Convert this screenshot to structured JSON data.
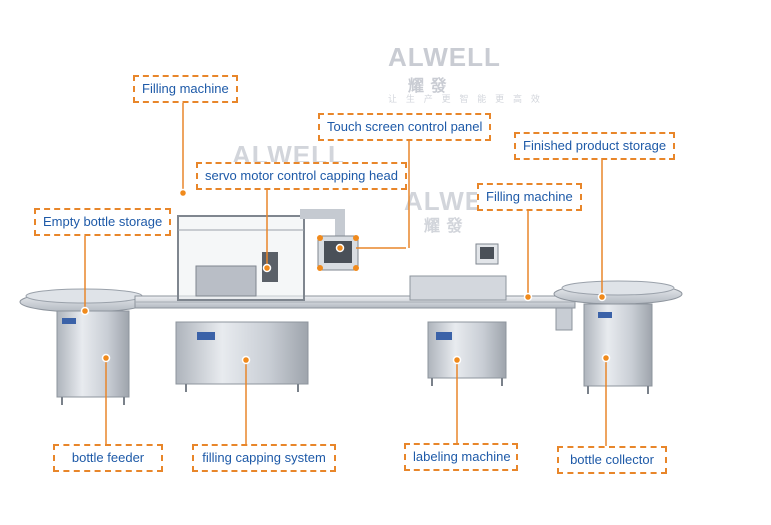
{
  "watermark": {
    "brand": "ALWELL",
    "brand_cn": "耀 發",
    "tagline": "让 生 产 更 智 能 更 高 效"
  },
  "labels": {
    "filling_machine_top": "Filling machine",
    "touch_screen": "Touch screen control panel",
    "finished_storage": "Finished product storage",
    "servo_capping": "servo motor control capping head",
    "filling_machine_mid": "Filling machine",
    "empty_storage": "Empty bottle storage",
    "bottle_feeder": "bottle feeder",
    "filling_capping": "filling capping system",
    "labeling_machine": "labeling machine",
    "bottle_collector": "bottle collector"
  },
  "colors": {
    "callout_border": "#e8862a",
    "callout_text": "#1e5aa8",
    "leader_line": "#e8862a",
    "steel": "#c7ccd3"
  }
}
